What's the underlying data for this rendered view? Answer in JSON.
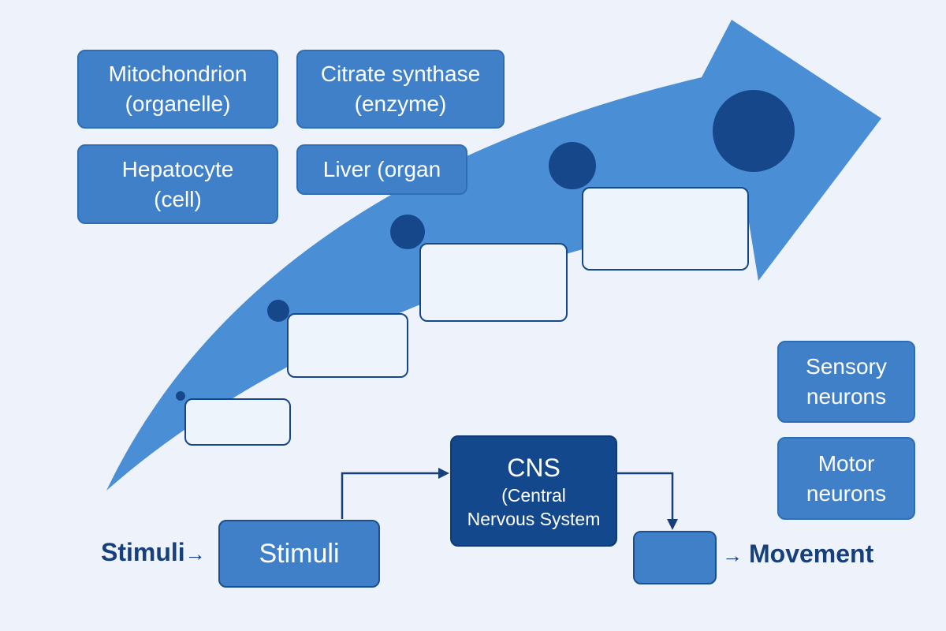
{
  "levels": [
    {
      "line1": "Mitochondrion",
      "line2": "(organelle)"
    },
    {
      "line1": "Citrate synthase",
      "line2": "(enzyme)"
    },
    {
      "line1": "Hepatocyte",
      "line2": "(cell)"
    },
    {
      "line1": "Liver (organ",
      "line2": ""
    }
  ],
  "neurons": {
    "sensory": {
      "line1": "Sensory",
      "line2": "neurons"
    },
    "motor": {
      "line1": "Motor",
      "line2": "neurons"
    }
  },
  "reflex": {
    "input_label": "Stimuli",
    "input_arrow": "→",
    "stimuli_box": "Stimuli",
    "cns_title": "CNS",
    "cns_sub1": "(Central",
    "cns_sub2": "Nervous System",
    "output_arrow": "→",
    "output_label": "Movement"
  },
  "colors": {
    "background": "#eef2fa",
    "arrow": "#4a8fd6",
    "box": "#3f80c9",
    "dark": "#14488c",
    "dot": "#15478a"
  }
}
